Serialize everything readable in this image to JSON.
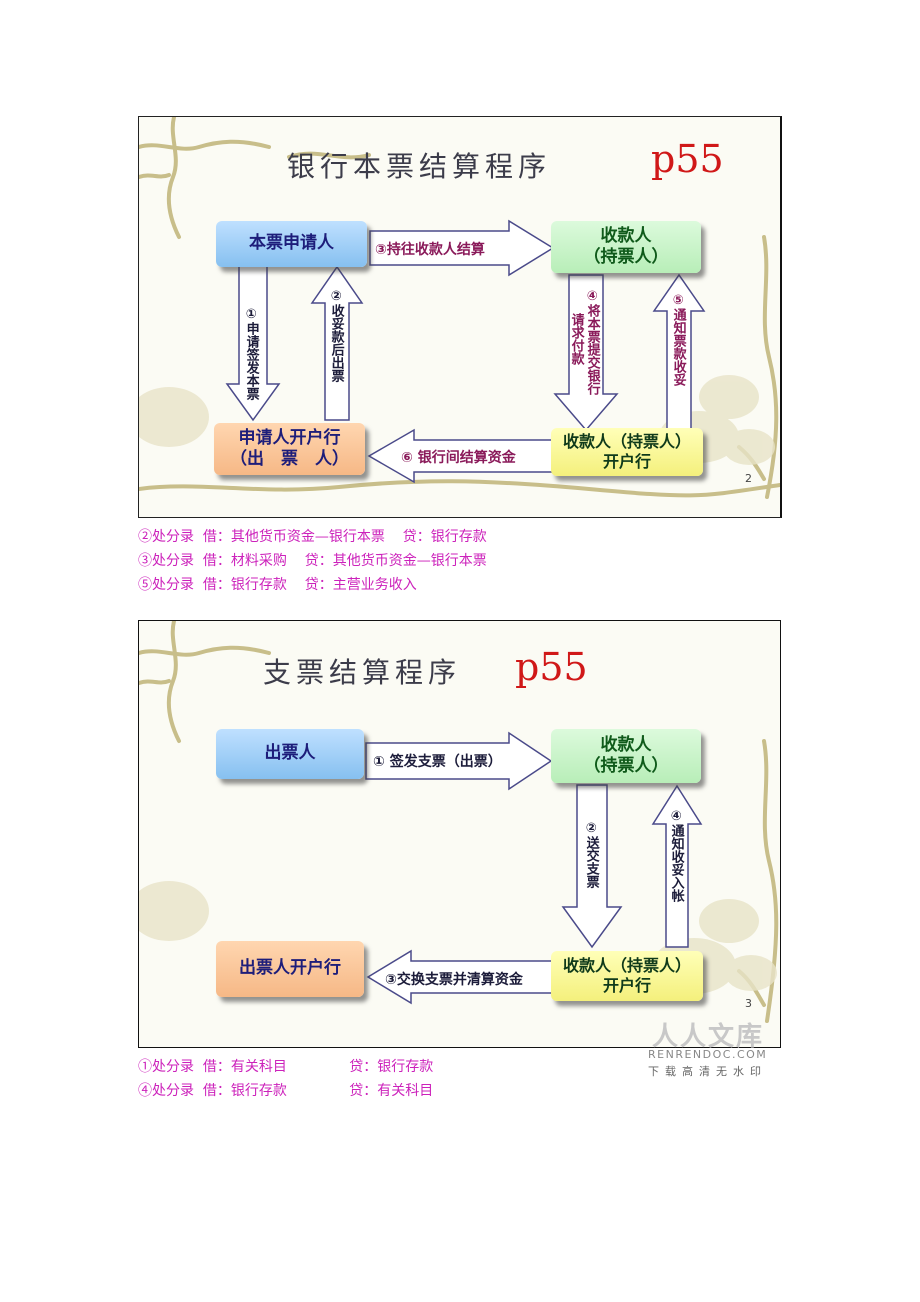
{
  "slide1": {
    "title": "银行本票结算程序",
    "ref": "p55",
    "page": "2",
    "boxes": {
      "applicant": "本票申请人",
      "payee_line1": "收款人",
      "payee_line2": "（持票人）",
      "issuer_bank_line1": "申请人开户行",
      "issuer_bank_line2": "（出　票　人）",
      "payee_bank_line1": "收款人（持票人）",
      "payee_bank_line2": "开户行"
    },
    "arrows": {
      "a1": "①申请签发本票",
      "a2": "②收妥款后出票",
      "a3": "③持往收款人结算",
      "a4_line1": "④将本票提交银行",
      "a4_line2": "请求付款",
      "a5": "⑤通知票款收妥",
      "a6": "⑥  银行间结算资金"
    }
  },
  "notes1": [
    "②处分录  借：其他货币资金—银行本票    贷：银行存款",
    "③处分录  借：材料采购    贷：其他货币资金—银行本票",
    "⑤处分录  借：银行存款    贷：主营业务收入"
  ],
  "slide2": {
    "title": "支票结算程序",
    "ref": "p55",
    "page": "3",
    "boxes": {
      "drawer": "出票人",
      "payee_line1": "收款人",
      "payee_line2": "（持票人）",
      "drawer_bank": "出票人开户行",
      "payee_bank_line1": "收款人（持票人）",
      "payee_bank_line2": "开户行"
    },
    "arrows": {
      "a1": "①  签发支票（出票）",
      "a2": "②送交支票",
      "a3": "③交换支票并清算资金",
      "a4": "④通知收妥入帐"
    }
  },
  "notes2": [
    "①处分录  借：有关科目              贷：银行存款",
    "④处分录  借：银行存款              贷：有关科目"
  ],
  "watermark": {
    "brand": "人人文库",
    "domain": "RENRENDOC.COM",
    "slogan": "下载高清无水印"
  }
}
